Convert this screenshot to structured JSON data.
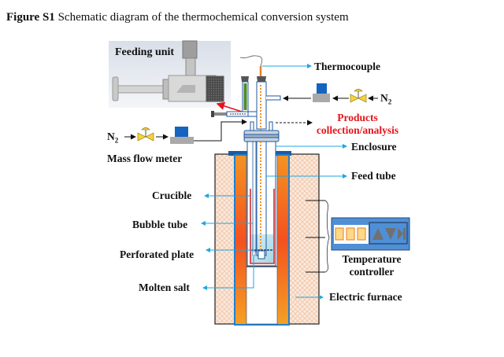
{
  "caption": {
    "figure_label": "Figure S1",
    "text": " Schematic  diagram  of the  thermochemical  conversion  system"
  },
  "labels": {
    "feeding_unit": "Feeding unit",
    "thermocouple": "Thermocouple",
    "n2_right": "N",
    "n2_right_sub": "2",
    "products_line1": "Products",
    "products_line2": "collection/analysis",
    "n2_left": "N",
    "n2_left_sub": "2",
    "mass_flow_meter": "Mass flow meter",
    "enclosure": "Enclosure",
    "feed_tube": "Feed tube",
    "crucible": "Crucible",
    "bubble_tube": "Bubble tube",
    "perforated_plate": "Perforated plate",
    "molten_salt": "Molten salt",
    "temperature_controller_line1": "Temperature",
    "temperature_controller_line2": "controller",
    "electric_furnace": "Electric furnace"
  },
  "colors": {
    "leader_line": "#1ea7e1",
    "products_text": "#e5141b",
    "furnace_heater": "#f39322",
    "heater_hot": "#f4511e",
    "insulation": "#f6d9c6",
    "enclosure_blue": "#1f6fb5",
    "controller_bg": "#4f8fd6",
    "display_digit": "#ffd98a",
    "mfc_blue": "#1565c0",
    "valve_yellow": "#f5d33c",
    "crucible_red": "#d6262a",
    "thermocouple_orange": "#e8812e",
    "molten_salt": "#bfe3ee"
  }
}
